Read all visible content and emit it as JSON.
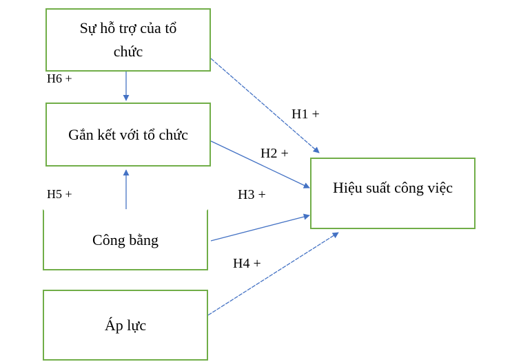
{
  "nodes": {
    "support": "Sự hỗ trợ của tổ chức",
    "commitment": "Gắn kết với tổ chức",
    "fairness": "Công bằng",
    "pressure": "Áp lực",
    "performance": "Hiệu suất công việc"
  },
  "hypotheses": {
    "h1": "H1 +",
    "h2": "H2 +",
    "h3": "H3 +",
    "h4": "H4 +",
    "h5": "H5 +",
    "h6": "H6 +"
  },
  "colors": {
    "box_border": "#70ad47",
    "arrow": "#4472c4"
  }
}
